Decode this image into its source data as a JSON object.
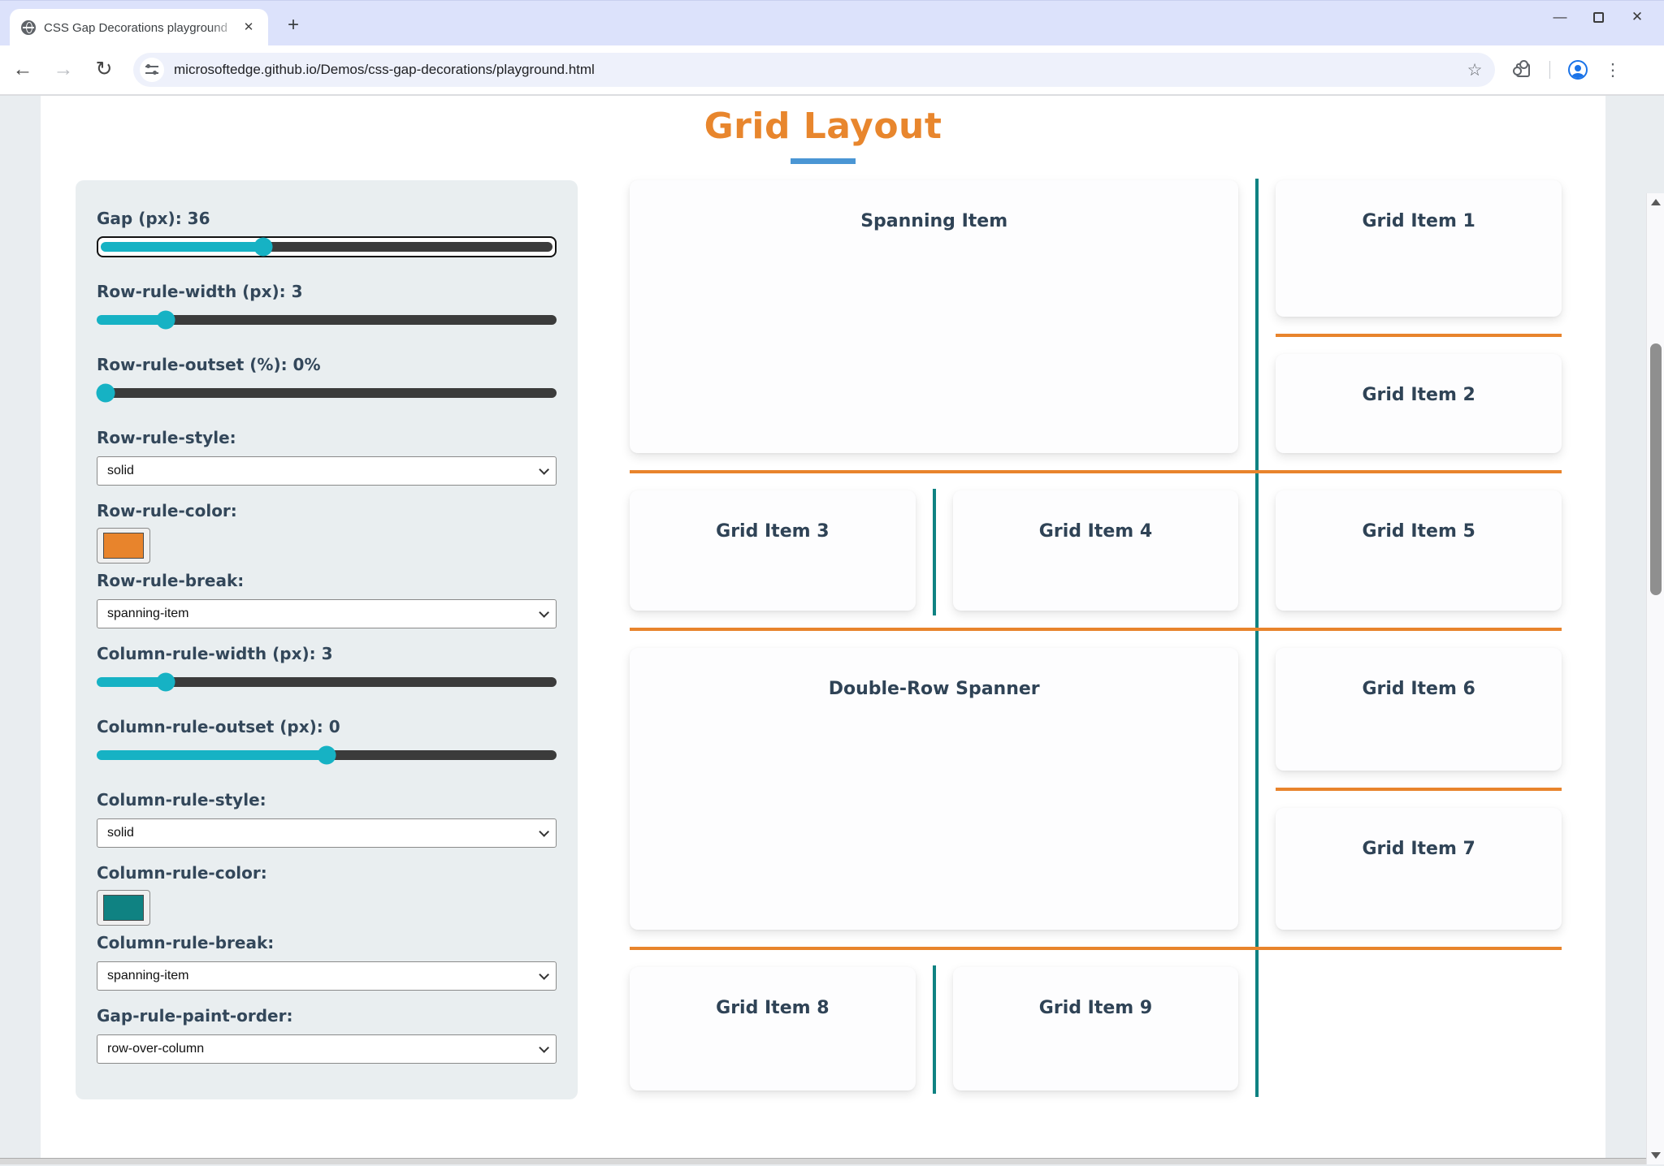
{
  "browser": {
    "tab_title": "CSS Gap Decorations playground",
    "url": "microsoftedge.github.io/Demos/css-gap-decorations/playground.html",
    "icons": {
      "minimize": "—",
      "close": "✕",
      "tab_close": "✕",
      "new_tab": "+",
      "back": "←",
      "forward": "→",
      "reload": "↻",
      "bookmark_star": "☆",
      "menu_dots": "⋮"
    }
  },
  "page": {
    "title": "Grid Layout",
    "colors": {
      "title_orange": "#e8862d",
      "title_underline_blue": "#4a96d4",
      "row_rule": "#e8842c",
      "column_rule": "#0f8282",
      "slider_fill": "#16b2c4",
      "slider_track": "#3b3b3b",
      "panel_bg": "#e9eef0",
      "text": "#33475a"
    }
  },
  "panel": {
    "gap": {
      "label": "Gap (px): 36",
      "percent": 36
    },
    "row_rule_width": {
      "label": "Row-rule-width (px): 3",
      "percent": 15
    },
    "row_rule_outset": {
      "label": "Row-rule-outset (%): 0%",
      "percent": 2
    },
    "row_rule_style": {
      "label": "Row-rule-style:",
      "value": "solid"
    },
    "row_rule_color": {
      "label": "Row-rule-color:",
      "value": "#e8842c"
    },
    "row_rule_break": {
      "label": "Row-rule-break:",
      "value": "spanning-item"
    },
    "column_rule_width": {
      "label": "Column-rule-width (px): 3",
      "percent": 15
    },
    "column_rule_outset": {
      "label": "Column-rule-outset (px): 0",
      "percent": 50
    },
    "column_rule_style": {
      "label": "Column-rule-style:",
      "value": "solid"
    },
    "column_rule_color": {
      "label": "Column-rule-color:",
      "value": "#0f8282"
    },
    "column_rule_break": {
      "label": "Column-rule-break:",
      "value": "spanning-item"
    },
    "gap_rule_paint_order": {
      "label": "Gap-rule-paint-order:",
      "value": "row-over-column"
    }
  },
  "grid": {
    "spanning": {
      "label": "Spanning Item"
    },
    "double": {
      "label": "Double-Row Spanner"
    },
    "items": [
      {
        "label": "Grid Item 1"
      },
      {
        "label": "Grid Item 2"
      },
      {
        "label": "Grid Item 3"
      },
      {
        "label": "Grid Item 4"
      },
      {
        "label": "Grid Item 5"
      },
      {
        "label": "Grid Item 6"
      },
      {
        "label": "Grid Item 7"
      },
      {
        "label": "Grid Item 8"
      },
      {
        "label": "Grid Item 9"
      }
    ]
  }
}
